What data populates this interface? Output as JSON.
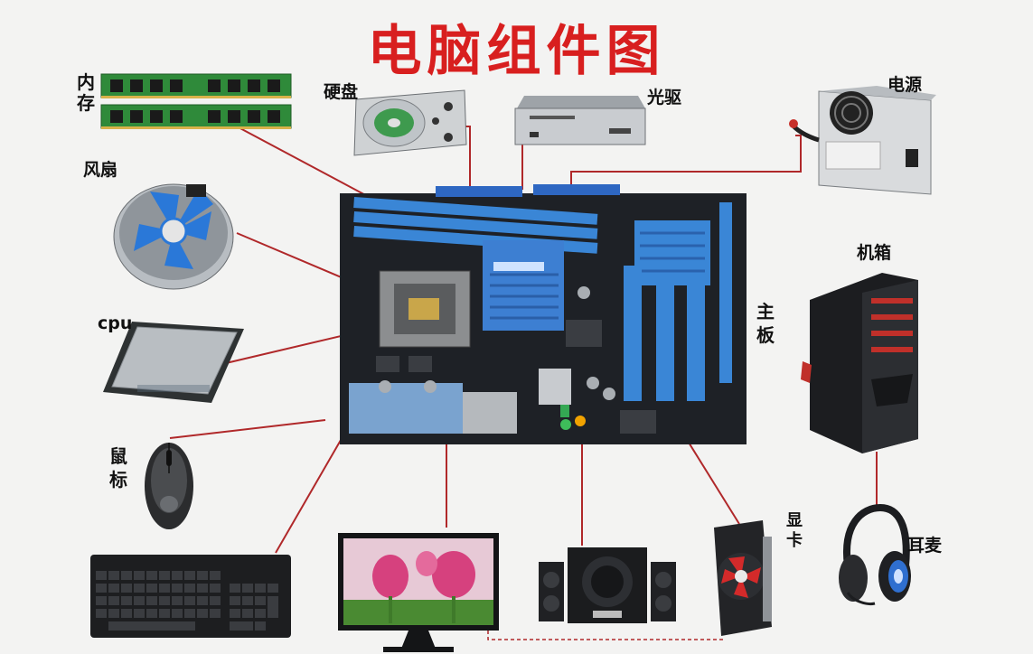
{
  "title": "电脑组件图",
  "labels": {
    "memory": "内存",
    "hdd": "硬盘",
    "optical": "光驱",
    "psu": "电源",
    "fan": "风扇",
    "cpu": "cpu",
    "case": "机箱",
    "motherboard": "主板",
    "mouse": "鼠标",
    "gpu": "显卡",
    "headset": "耳麦"
  },
  "colors": {
    "title": "#d81f1f",
    "connector": "#b0282a",
    "board_blue": "#3a86d6",
    "board_dark": "#1e2126"
  }
}
